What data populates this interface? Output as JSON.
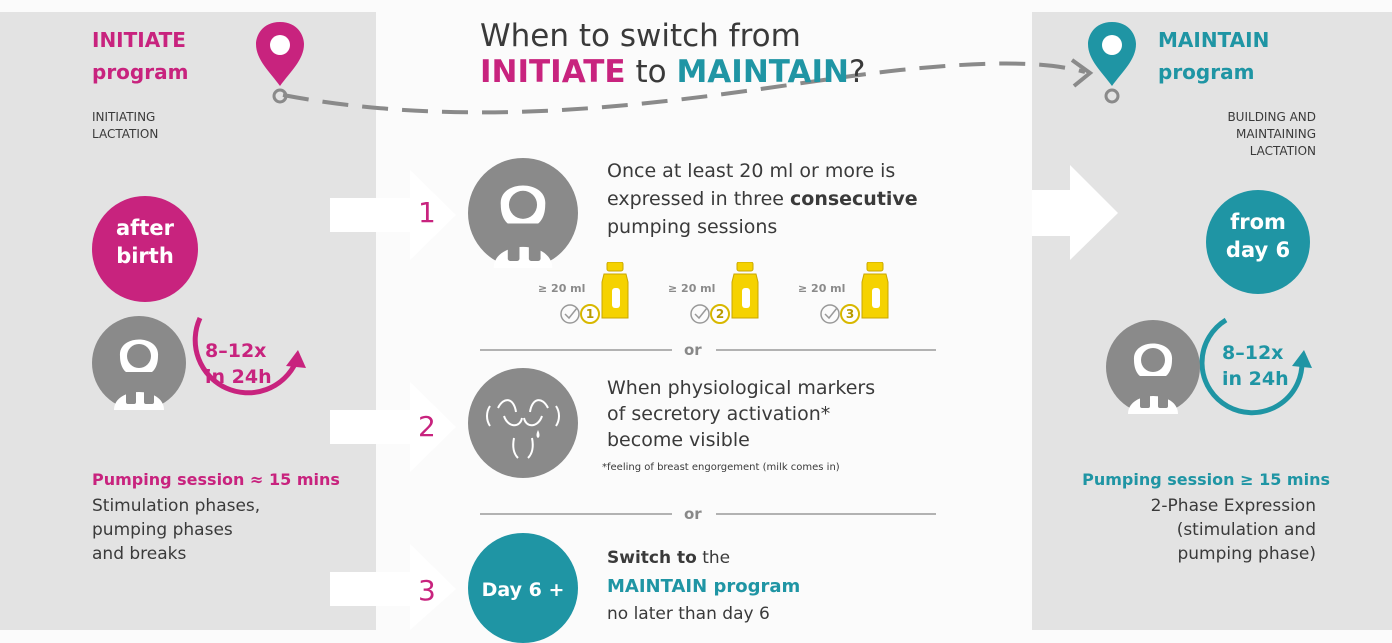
{
  "colors": {
    "magenta": "#c8237e",
    "teal": "#1f95a4",
    "panel": "#e3e3e3",
    "gray": "#8a8a8a"
  },
  "title": {
    "line1": "When to switch from",
    "initiate": "INITIATE",
    "to": "to",
    "maintain": "MAINTAIN",
    "qmark": "?"
  },
  "left": {
    "heading1": "INITIATE",
    "heading2": "program",
    "sub1": "INITIATING",
    "sub2": "LACTATION",
    "badge1": "after",
    "badge2": "birth",
    "freq1": "8–12x",
    "freq2": "in 24h",
    "session": "Pumping session ≈ 15 mins",
    "desc1": "Stimulation phases,",
    "desc2": "pumping phases",
    "desc3": "and breaks"
  },
  "right": {
    "heading1": "MAINTAIN",
    "heading2": "program",
    "sub1": "BUILDING AND",
    "sub2": "MAINTAINING",
    "sub3": "LACTATION",
    "badge1": "from",
    "badge2": "day 6",
    "freq1": "8–12x",
    "freq2": "in 24h",
    "session": "Pumping session ≥ 15 mins",
    "desc1": "2-Phase Expression",
    "desc2": "(stimulation and",
    "desc3": "pumping phase)"
  },
  "steps": {
    "one": {
      "number": "1",
      "line1": "Once at least 20 ml or more is",
      "line2a": "expressed in three ",
      "line2b": "consecutive",
      "line3": "pumping sessions",
      "bottles": [
        {
          "label": "≥ 20 ml",
          "count": "1"
        },
        {
          "label": "≥ 20 ml",
          "count": "2"
        },
        {
          "label": "≥ 20 ml",
          "count": "3"
        }
      ]
    },
    "or1": "or",
    "two": {
      "number": "2",
      "line1": "When physiological markers",
      "line2": "of secretory activation*",
      "line3": "become visible",
      "footnote": "*feeling of breast engorgement (milk comes in)"
    },
    "or2": "or",
    "three": {
      "number": "3",
      "badge": "Day 6 +",
      "line1a": "Switch to",
      "line1b": " the",
      "line2": "MAINTAIN program",
      "line3": "no later than day 6"
    }
  },
  "icons": [
    "map-pin-icon",
    "mother-pump-icon",
    "cycle-arrow-icon",
    "bottle-icon",
    "check-icon",
    "breast-icon",
    "arrow-right-icon"
  ]
}
